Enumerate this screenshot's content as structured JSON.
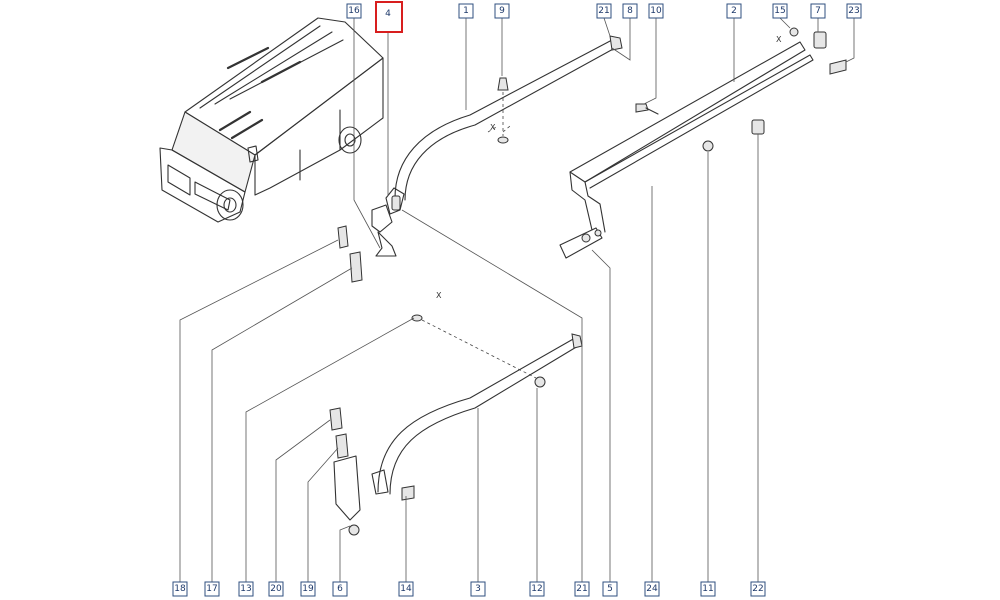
{
  "diagram": {
    "selected_callout": "4",
    "callouts": [
      {
        "id": "c16a",
        "label": "16"
      },
      {
        "id": "c4",
        "label": "4"
      },
      {
        "id": "c1",
        "label": "1"
      },
      {
        "id": "c9",
        "label": "9"
      },
      {
        "id": "c21a",
        "label": "21"
      },
      {
        "id": "c8",
        "label": "8"
      },
      {
        "id": "c10",
        "label": "10"
      },
      {
        "id": "c2",
        "label": "2"
      },
      {
        "id": "c15",
        "label": "15"
      },
      {
        "id": "c7",
        "label": "7"
      },
      {
        "id": "c23",
        "label": "23"
      },
      {
        "id": "c18",
        "label": "18"
      },
      {
        "id": "c17",
        "label": "17"
      },
      {
        "id": "c13",
        "label": "13"
      },
      {
        "id": "c20",
        "label": "20"
      },
      {
        "id": "c19",
        "label": "19"
      },
      {
        "id": "c6",
        "label": "6"
      },
      {
        "id": "c14",
        "label": "14"
      },
      {
        "id": "c3",
        "label": "3"
      },
      {
        "id": "c12",
        "label": "12"
      },
      {
        "id": "c21b",
        "label": "21"
      },
      {
        "id": "c5",
        "label": "5"
      },
      {
        "id": "c24",
        "label": "24"
      },
      {
        "id": "c11",
        "label": "11"
      },
      {
        "id": "c22",
        "label": "22"
      }
    ],
    "x_marks": [
      "X",
      "X",
      "X"
    ],
    "colors": {
      "label_border": "#2f4f7f",
      "label_text": "#1f3a6b",
      "selected_border": "#d81e1e",
      "line": "#333333"
    }
  }
}
